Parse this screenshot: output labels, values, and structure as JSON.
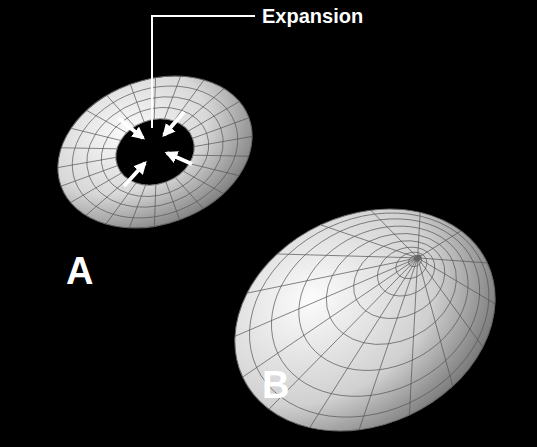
{
  "diagram": {
    "labels": [
      "Expansion",
      "A",
      "B"
    ]
  }
}
